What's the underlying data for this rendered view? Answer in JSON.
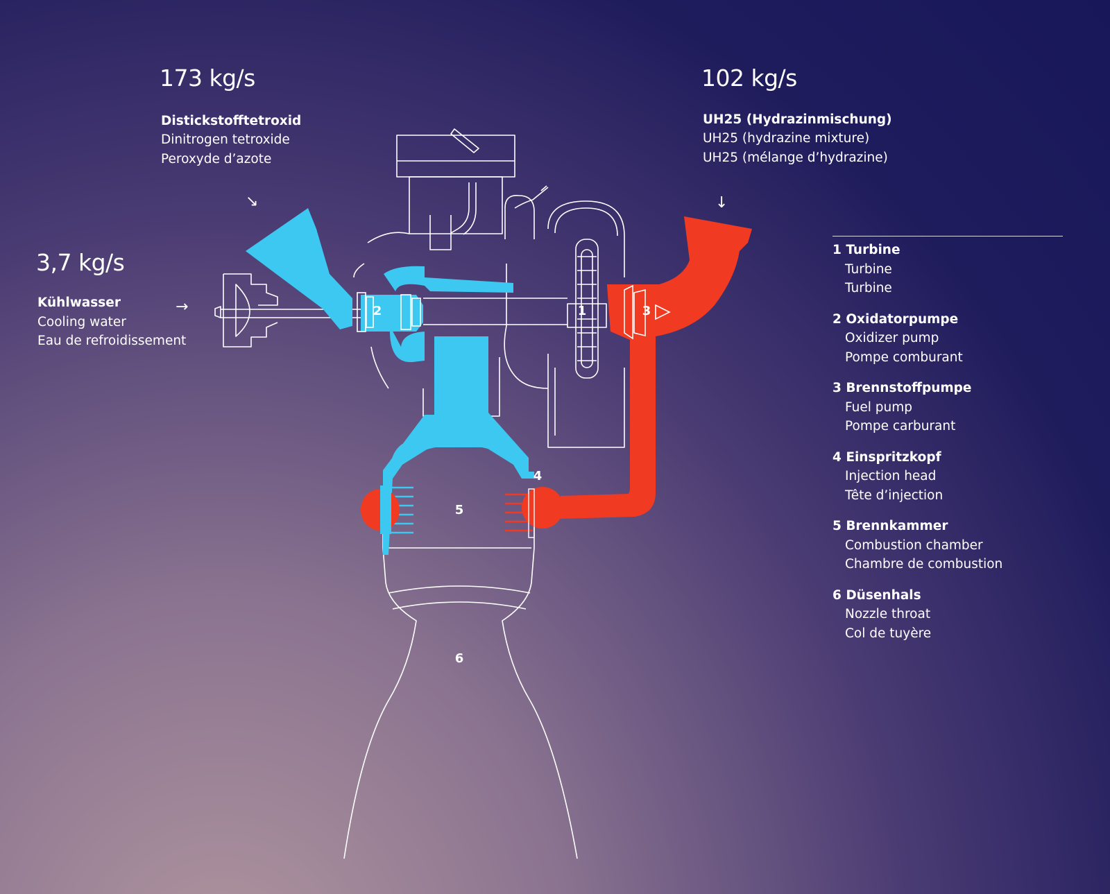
{
  "flows": {
    "oxidizer": {
      "rate": "173 kg/s",
      "name_de": "Distickstofftetroxid",
      "name_en": "Dinitrogen tetroxide",
      "name_fr": "Peroxyde d’azote"
    },
    "fuel": {
      "rate": "102 kg/s",
      "name_de": "UH25 (Hydrazinmischung)",
      "name_en": "UH25 (hydrazine mixture)",
      "name_fr": "UH25 (mélange d’hydrazine)"
    },
    "coolant": {
      "rate": "3,7 kg/s",
      "name_de": "Kühlwasser",
      "name_en": "Cooling water",
      "name_fr": "Eau de refroidissement"
    }
  },
  "legend": [
    {
      "num": "1",
      "de": "Turbine",
      "en": "Turbine",
      "fr": "Turbine"
    },
    {
      "num": "2",
      "de": "Oxidatorpumpe",
      "en": "Oxidizer pump",
      "fr": "Pompe comburant"
    },
    {
      "num": "3",
      "de": "Brennstoffpumpe",
      "en": "Fuel pump",
      "fr": "Pompe carburant"
    },
    {
      "num": "4",
      "de": "Einspritzkopf",
      "en": "Injection head",
      "fr": "Tête d’injection"
    },
    {
      "num": "5",
      "de": "Brennkammer",
      "en": "Combustion chamber",
      "fr": "Chambre de combustion"
    },
    {
      "num": "6",
      "de": "Düsenhals",
      "en": "Nozzle throat",
      "fr": "Col de tuyère"
    }
  ],
  "diagram_numbers": {
    "n1": "1",
    "n2": "2",
    "n3": "3",
    "n4": "4",
    "n5": "5",
    "n6": "6"
  },
  "arrows": {
    "oxidizer": "↘",
    "fuel": "↓",
    "coolant": "→"
  },
  "colors": {
    "oxidizer": "#3cc8f0",
    "fuel": "#f03a22",
    "outline": "#ffffff",
    "background_top": "#17175a",
    "background_bottom": "#b2979f"
  }
}
